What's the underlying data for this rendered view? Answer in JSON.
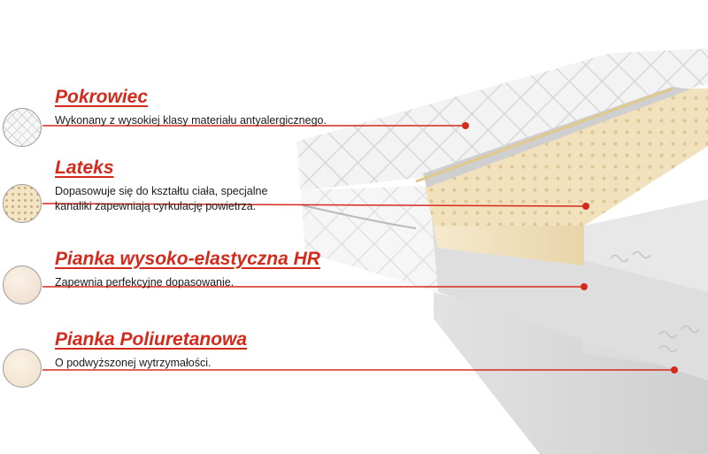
{
  "colors": {
    "accent": "#d42a1c",
    "text": "#1a1a1a",
    "latex": "#f1e1bd",
    "foam": "#e4e4e4",
    "cover": "#f4f4f4"
  },
  "layers": [
    {
      "title": "Pokrowiec",
      "description": [
        "Wykonany z wysokiej klasy materiału antyalergicznego."
      ],
      "swatch": "quilted-fabric"
    },
    {
      "title": "Lateks",
      "description": [
        "Dopasowuje się do kształtu ciała, specjalne",
        "kanaliki zapewniają cyrkulację powietrza."
      ],
      "swatch": "latex-foam"
    },
    {
      "title": "Pianka wysoko-elastyczna HR",
      "description": [
        "Zapewnia perfekcyjne dopasowanie."
      ],
      "swatch": "hr-foam"
    },
    {
      "title": "Pianka Poliuretanowa",
      "description": [
        "O podwyższonej wytrzymałości."
      ],
      "swatch": "polyurethane-foam"
    }
  ]
}
